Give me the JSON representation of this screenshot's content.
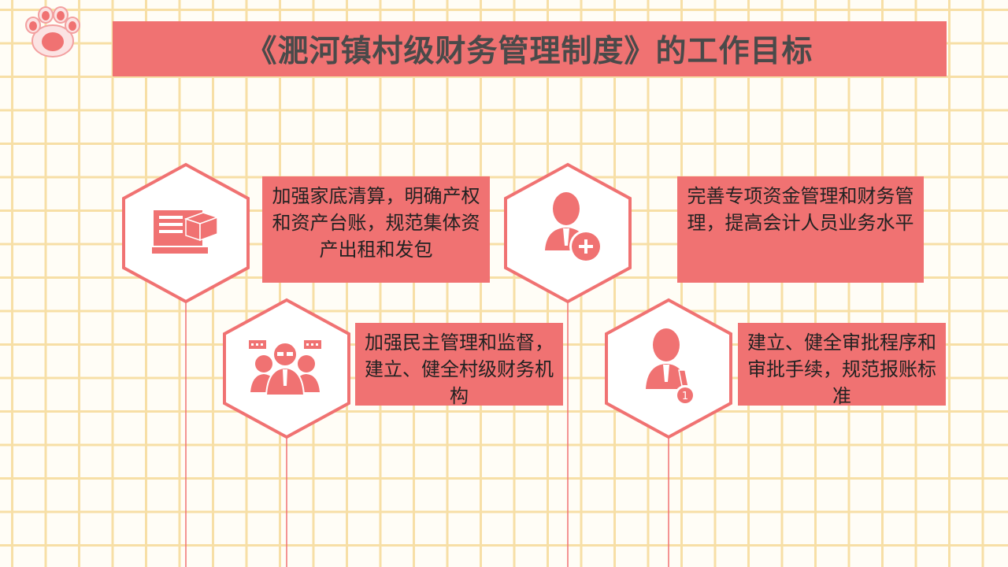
{
  "title": "《淝河镇村级财务管理制度》的工作目标",
  "goals": [
    {
      "text": "加强家底清算，明确产权和资产台账，规范集体资产出租和发包",
      "icon": "computer-box-icon"
    },
    {
      "text": "完善专项资金管理和财务管理，提高会计人员业务水平",
      "icon": "person-plus-icon"
    },
    {
      "text": "加强民主管理和监督，建立、健全村级财务机构",
      "icon": "meeting-group-icon"
    },
    {
      "text": "建立、健全审批程序和审批手续，规范报账标准",
      "icon": "person-medal-icon"
    }
  ],
  "colors": {
    "accent": "#f07272",
    "grid": "#f7dfa6",
    "background": "#fffdf6"
  }
}
